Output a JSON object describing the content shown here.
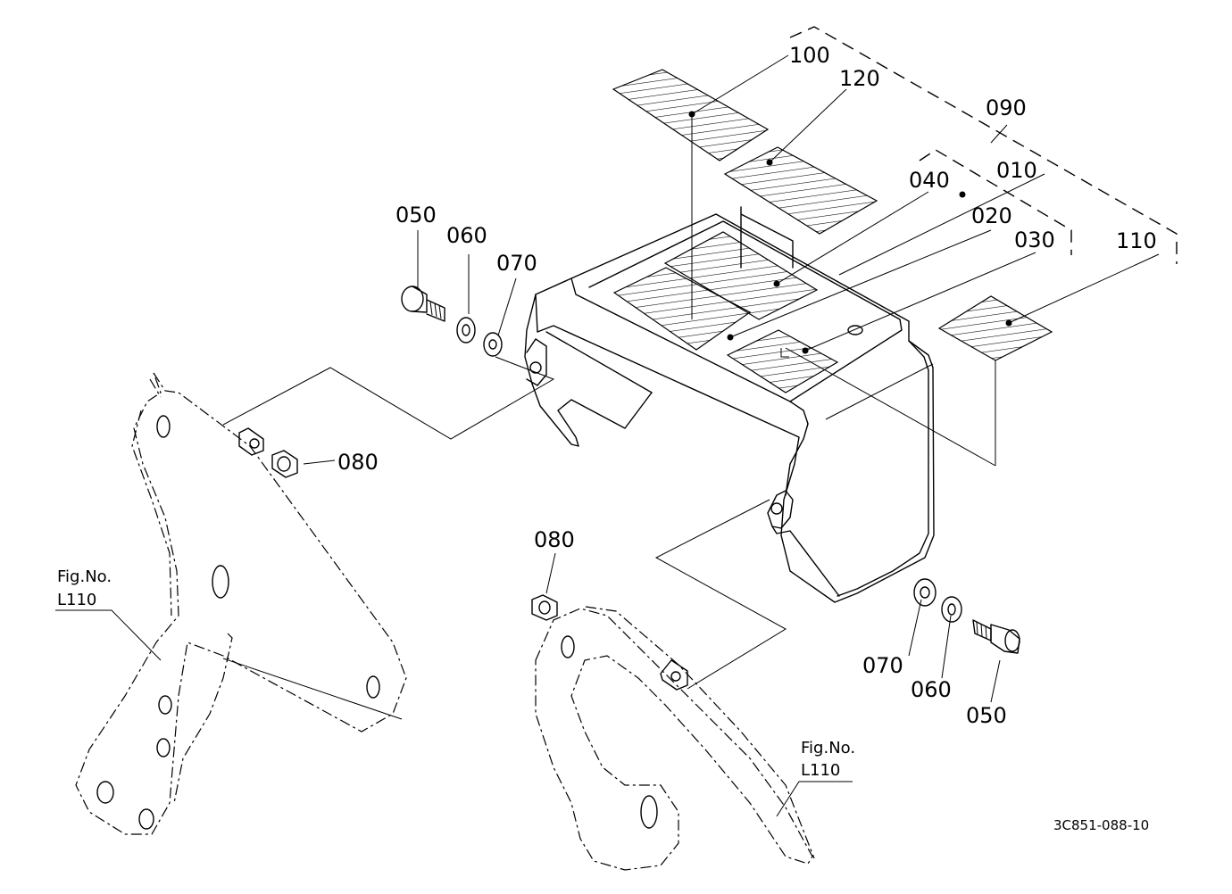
{
  "diagram": {
    "part_numbers": {
      "p100": "100",
      "p120": "120",
      "p090": "090",
      "p040": "040",
      "p010": "010",
      "p020": "020",
      "p030": "030",
      "p110": "110",
      "p050_left": "050",
      "p060_left": "060",
      "p070_left": "070",
      "p080_left": "080",
      "p080_right": "080",
      "p070_right": "070",
      "p060_right": "060",
      "p050_right": "050"
    },
    "fig_refs": {
      "left_title": "Fig.No.",
      "left_code": "L110",
      "right_title": "Fig.No.",
      "right_code": "L110"
    },
    "drawing_code": "3C851-088-10"
  }
}
